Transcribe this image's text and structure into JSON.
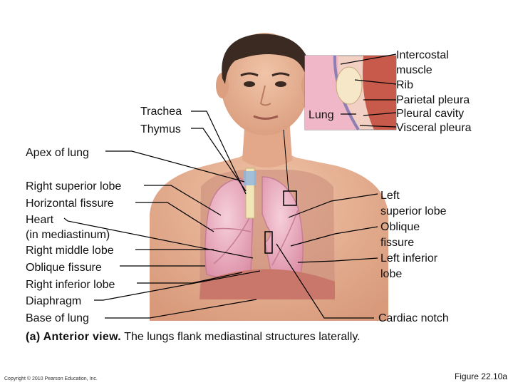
{
  "labels": {
    "trachea": "Trachea",
    "thymus": "Thymus",
    "lung_inset": "Lung",
    "intercostal_1": "Intercostal",
    "intercostal_2": "muscle",
    "rib": "Rib",
    "parietal_pleura": "Parietal pleura",
    "pleural_cavity": "Pleural cavity",
    "visceral_pleura": "Visceral pleura",
    "apex": "Apex of lung",
    "right_superior": "Right superior lobe",
    "horizontal_fissure": "Horizontal fissure",
    "heart": "Heart",
    "heart_sub": "(in mediastinum)",
    "right_middle": "Right middle lobe",
    "oblique_right": "Oblique fissure",
    "right_inferior": "Right inferior lobe",
    "diaphragm": "Diaphragm",
    "base": "Base of lung",
    "left_superior_1": "Left",
    "left_superior_2": "superior lobe",
    "oblique_left_1": "Oblique",
    "oblique_left_2": "fissure",
    "left_inferior_1": "Left inferior",
    "left_inferior_2": "lobe",
    "cardiac_notch": "Cardiac notch"
  },
  "caption": {
    "tag": "(a) Anterior view.",
    "text": " The lungs flank mediastinal structures laterally."
  },
  "footer": {
    "copyright": "Copyright © 2010 Pearson Education, Inc.",
    "figure": "Figure 22.10a"
  },
  "colors": {
    "skin": "#e9b497",
    "lung": "#f0b7c8",
    "hair": "#3a2a22",
    "diaphragm": "#c9776b",
    "trachea": "#f2e6b8",
    "leader": "#000000"
  }
}
